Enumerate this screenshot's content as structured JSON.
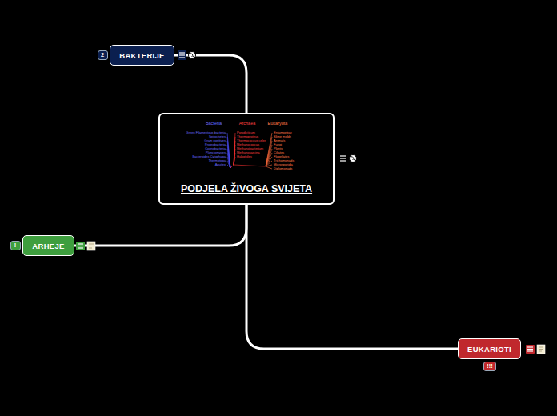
{
  "diagram": {
    "nodes": [
      {
        "text": [
          "PODJELA ŽIVOGA SVIJETA"
        ]
      },
      {
        "text": [
          "BAKTERIJE"
        ]
      },
      {
        "text": [
          "ARHEJE"
        ]
      },
      {
        "text": [
          "EUKARIOTI"
        ]
      }
    ],
    "edges": [
      {
        "from": 0,
        "to": 1,
        "arrow": "none"
      },
      {
        "from": 0,
        "to": 2,
        "arrow": "none"
      },
      {
        "from": 0,
        "to": 3,
        "arrow": "none"
      }
    ],
    "labels": [
      "Bacteria",
      "Archaea",
      "Eukaryota",
      "Green Filamentous bacteria",
      "Spirochetes",
      "Gram positives",
      "Proteobacteria",
      "Cyanobacteria",
      "Planctomyces",
      "Bacteroides Cytophaga",
      "Thermotoga",
      "Aquifex",
      "Pyrodicticum",
      "Thermoproteus",
      "Thermococcus celer",
      "Methanococcus",
      "Methanobacterium",
      "Methanosarcina",
      "Halophiles",
      "Entamoebae",
      "Slime molds",
      "Animals",
      "Fungi",
      "Plants",
      "Ciliates",
      "Flagellates",
      "Trichomonads",
      "Microsporidia",
      "Diplomonads",
      "2",
      "!",
      "!!!"
    ]
  }
}
